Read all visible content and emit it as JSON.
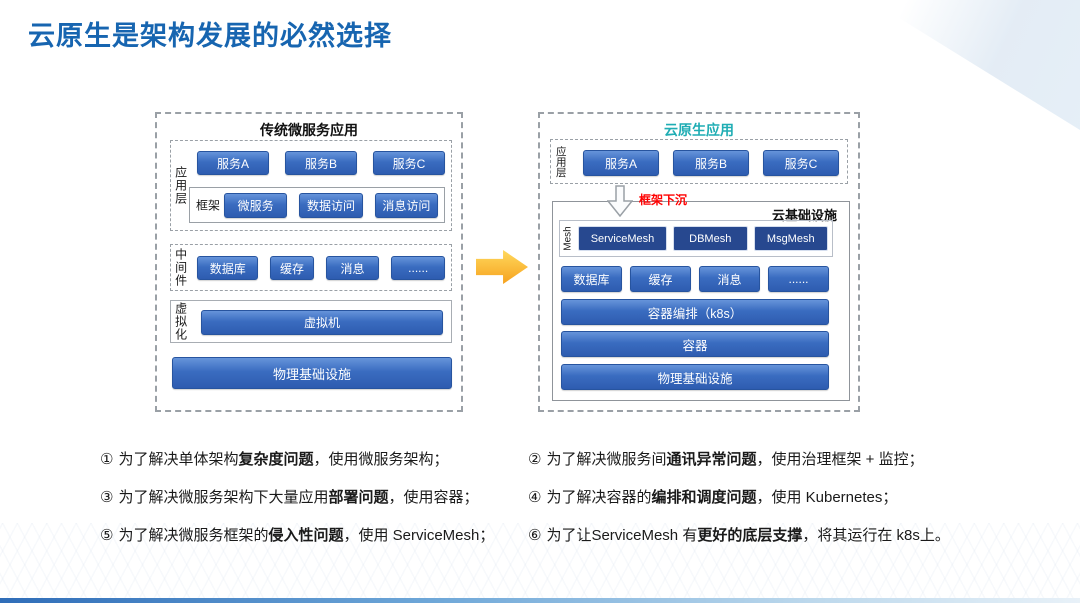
{
  "slide": {
    "title": "云原生是架构发展的必然选择",
    "colors": {
      "title_blue": "#1765b0",
      "teal_accent": "#1fadb4",
      "sink_red": "#ff0000",
      "button_blue": "#3a6cc0",
      "mesh_navy": "#27488f",
      "arrow_orange": "#f6a21e"
    }
  },
  "left_diagram": {
    "title": "传统微服务应用",
    "app_layer_label": "应用层",
    "services": [
      "服务A",
      "服务B",
      "服务C"
    ],
    "framework_label": "框架",
    "framework_items": [
      "微服务",
      "数据访问",
      "消息访问"
    ],
    "middleware_label": "中间件",
    "middleware_items": [
      "数据库",
      "缓存",
      "消息",
      "......"
    ],
    "virtualization_label": "虚拟化",
    "vm_label": "虚拟机",
    "physical_label": "物理基础设施"
  },
  "right_diagram": {
    "title": "云原生应用",
    "app_layer_label": "应用层",
    "services": [
      "服务A",
      "服务B",
      "服务C"
    ],
    "sink_label": "框架下沉",
    "cloud_infra_label": "云基础设施",
    "mesh_label": "Mesh",
    "mesh_items": [
      "ServiceMesh",
      "DBMesh",
      "MsgMesh"
    ],
    "middleware_items": [
      "数据库",
      "缓存",
      "消息",
      "......"
    ],
    "orchestration_label": "容器编排（k8s）",
    "container_label": "容器",
    "physical_label": "物理基础设施"
  },
  "notes": [
    {
      "num": "①",
      "pre": "为了解决单体架构",
      "bold": "复杂度问题",
      "post": "，使用微服务架构；"
    },
    {
      "num": "②",
      "pre": "为了解决微服务间",
      "bold": "通讯异常问题",
      "post": "，使用治理框架 + 监控；"
    },
    {
      "num": "③",
      "pre": "为了解决微服务架构下大量应用",
      "bold": "部署问题",
      "post": "，使用容器；"
    },
    {
      "num": "④",
      "pre": "为了解决容器的",
      "bold": "编排和调度问题",
      "post": "，使用 Kubernetes；"
    },
    {
      "num": "⑤",
      "pre": "为了解决微服务框架的",
      "bold": "侵入性问题",
      "post": "，使用 ServiceMesh；"
    },
    {
      "num": "⑥",
      "pre": "为了让ServiceMesh 有",
      "bold": "更好的底层支撑",
      "post": "，将其运行在 k8s上。"
    }
  ]
}
